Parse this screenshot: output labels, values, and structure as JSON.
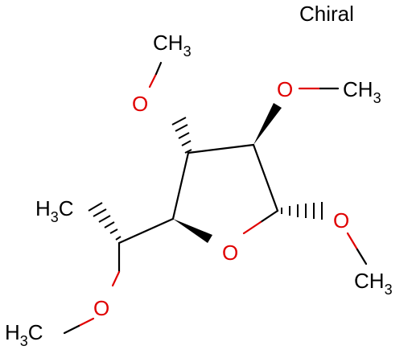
{
  "molecule": {
    "chirality_label": "Chiral",
    "atoms": {
      "ring_oxygen": "O",
      "oxygen": "O",
      "methyl_base": "CH",
      "methyl_subscript": "3",
      "h3c_base": "H",
      "h3c_subscript": "3",
      "h3c_c": "C"
    },
    "colors": {
      "oxygen": "#e00000",
      "carbon_bonds": "#000000",
      "background": "#ffffff"
    }
  }
}
